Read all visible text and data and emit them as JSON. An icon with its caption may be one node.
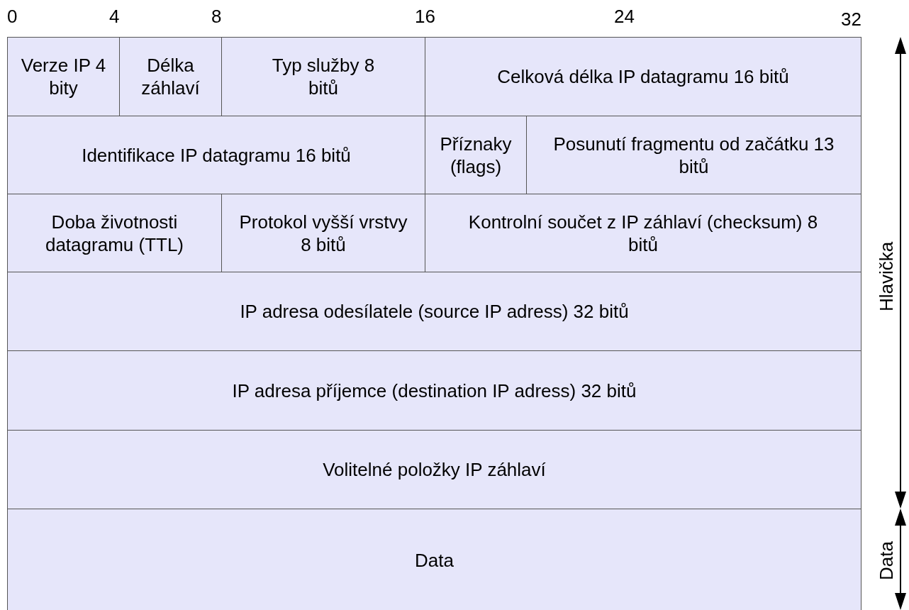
{
  "diagram": {
    "nodes": [
      {
        "text": [
          "Verze IP 4 bity"
        ]
      },
      {
        "text": [
          "Délka záhlaví"
        ]
      },
      {
        "text": [
          "Typ služby 8 bitů"
        ]
      },
      {
        "text": [
          "Celková délka IP datagramu 16 bitů"
        ]
      },
      {
        "text": [
          "Identifikace IP datagramu 16 bitů"
        ]
      },
      {
        "text": [
          "Příznaky (flags)"
        ]
      },
      {
        "text": [
          "Posunutí fragmentu od začátku 13 bitů"
        ]
      },
      {
        "text": [
          "Doba životnosti datagramu (TTL)"
        ]
      },
      {
        "text": [
          "Protokol vyšší vrstvy 8 bitů"
        ]
      },
      {
        "text": [
          "Kontrolní součet z IP záhlaví (checksum) 8 bitů"
        ]
      },
      {
        "text": [
          "IP adresa odesílatele (source IP adress) 32 bitů"
        ]
      },
      {
        "text": [
          "IP adresa příjemce (destination IP adress) 32 bitů"
        ]
      },
      {
        "text": [
          "Volitelné položky IP záhlaví"
        ]
      },
      {
        "text": [
          "Data"
        ]
      }
    ],
    "labels": [
      "0",
      "4",
      "8",
      "16",
      "24",
      "32",
      "Hlavička",
      "Data"
    ]
  }
}
